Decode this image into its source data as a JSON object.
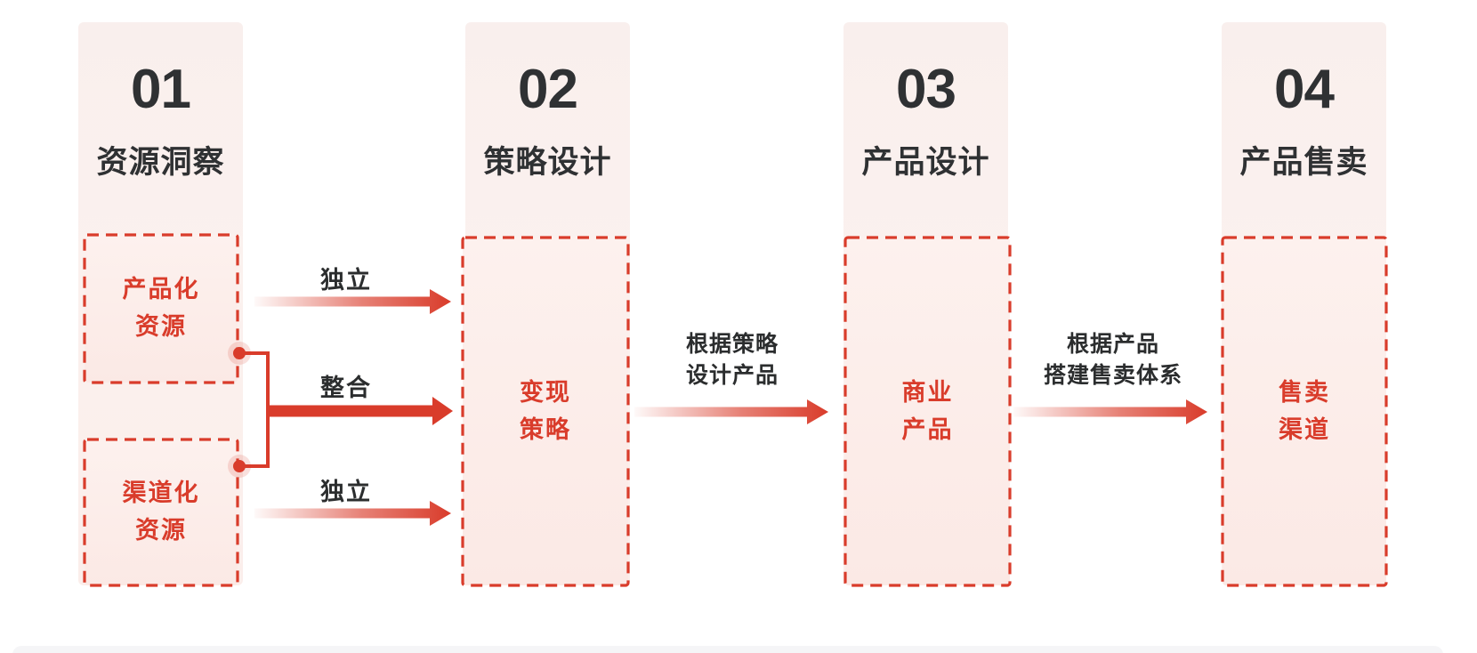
{
  "diagram": {
    "columns": [
      {
        "number": "01",
        "title": "资源洞察",
        "boxes": [
          {
            "line1": "产品化",
            "line2": "资源"
          },
          {
            "line1": "渠道化",
            "line2": "资源"
          }
        ]
      },
      {
        "number": "02",
        "title": "策略设计",
        "boxes": [
          {
            "line1": "变现",
            "line2": "策略"
          }
        ]
      },
      {
        "number": "03",
        "title": "产品设计",
        "boxes": [
          {
            "line1": "商业",
            "line2": "产品"
          }
        ]
      },
      {
        "number": "04",
        "title": "产品售卖",
        "boxes": [
          {
            "line1": "售卖",
            "line2": "渠道"
          }
        ]
      }
    ],
    "flow_labels": {
      "independent_top": "独立",
      "merge": "整合",
      "independent_bottom": "独立",
      "stage2_to_stage3": {
        "line1": "根据策略",
        "line2": "设计产品"
      },
      "stage3_to_stage4": {
        "line1": "根据产品",
        "line2": "搭建售卖体系"
      }
    },
    "colors": {
      "accent_red": "#d93c2b",
      "text_dark": "#2f3133",
      "box_fill_top": "#fdf1ee",
      "box_fill_bottom": "#fbe9e5",
      "column_fill": "#faf0ee",
      "divider_gray": "#f5f5f7"
    }
  }
}
